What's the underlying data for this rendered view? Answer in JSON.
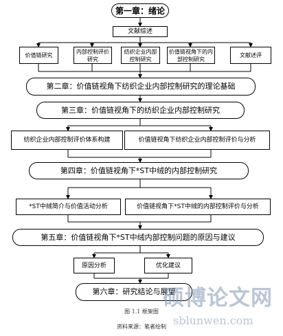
{
  "chapter1": "第一章：绪论",
  "lit_review": "文献综述",
  "topics": [
    "价值链研究",
    "内部控制评价研究",
    "纺织企业内部控制研究",
    "价值链视角下的内部控制研究",
    "文献述评"
  ],
  "chapter2": "第二章：价值链视角下纺织企业内部控制研究的理论基础",
  "chapter3": "第三章：价值链视角下的纺织企业内部控制研究",
  "ch3_left": "纺织企业内部控制评价体系构建",
  "ch3_right": "价值链视角下纺织企业内部控制评价与分析",
  "chapter4": "第四章：价值链视角下*ST中绒的内部控制研究",
  "ch4_left": "*ST中绒简介与价值活动分析",
  "ch4_right": "价值链视角下*ST中绒的内部控制评价与分析",
  "chapter5": "第五章：价值链视角下*ST中绒内部控制问题的原因与建议",
  "ch5_left": "原因分析",
  "ch5_right": "优化建议",
  "chapter6": "第六章：研究结论与展望",
  "fig_caption": "图 1.1 框架图",
  "source": "资料来源：笔者绘制",
  "watermark_cn": "硕博论文网",
  "watermark_url": "sblunwen.com"
}
